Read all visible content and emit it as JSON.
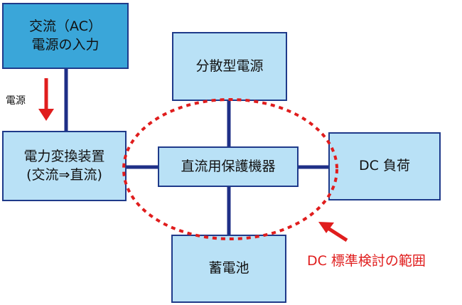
{
  "colors": {
    "box_dark": "#3aa6d9",
    "box_light": "#b9e1f6",
    "connector": "#1f2f87",
    "scope": "#e01d1d"
  },
  "nodes": {
    "ac_input": {
      "line1": "交流（AC）",
      "line2": "電源の入力"
    },
    "distributed_power": {
      "label": "分散型電源"
    },
    "power_converter": {
      "line1": "電力変換装置",
      "line2": "(交流⇒直流)"
    },
    "dc_protection": {
      "label": "直流用保護機器"
    },
    "dc_load": {
      "label": "DC 負荷"
    },
    "battery": {
      "label": "蓄電池"
    }
  },
  "annotations": {
    "power_arrow_label": "電源",
    "scope_label": "DC 標準検討の範囲"
  }
}
